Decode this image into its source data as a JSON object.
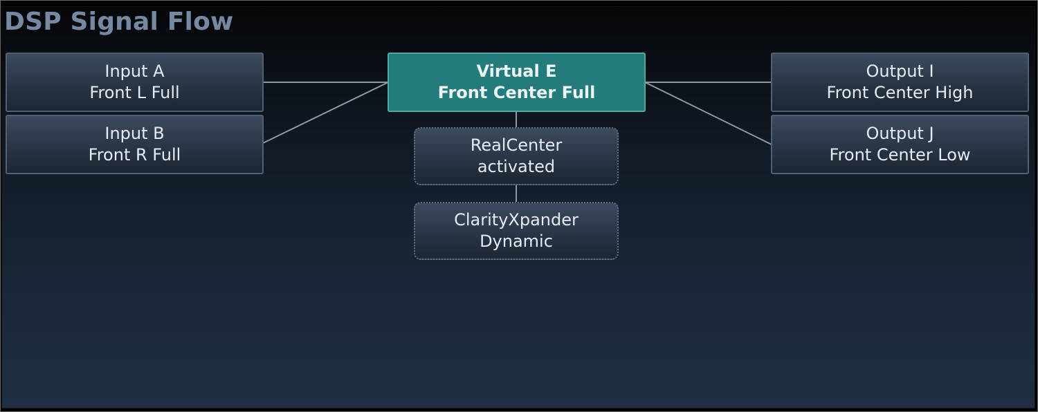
{
  "window": {
    "title": "DSP Signal Flow"
  },
  "inputs": [
    {
      "line1": "Input A",
      "line2": "Front L Full"
    },
    {
      "line1": "Input B",
      "line2": "Front R Full"
    }
  ],
  "virtual": {
    "line1": "Virtual E",
    "line2": "Front Center Full"
  },
  "processors": [
    {
      "line1": "RealCenter",
      "line2": "activated"
    },
    {
      "line1": "ClarityXpander",
      "line2": "Dynamic"
    }
  ],
  "outputs": [
    {
      "line1": "Output I",
      "line2": "Front Center High"
    },
    {
      "line1": "Output J",
      "line2": "Front Center Low"
    }
  ],
  "colors": {
    "background_top": "#050608",
    "background_bottom": "#1f2e42",
    "title": "#7589a3",
    "node_fill": "#2c394a",
    "node_border": "#4f6172",
    "virtual_fill": "#237b7b",
    "wire": "#8e9aa8"
  }
}
